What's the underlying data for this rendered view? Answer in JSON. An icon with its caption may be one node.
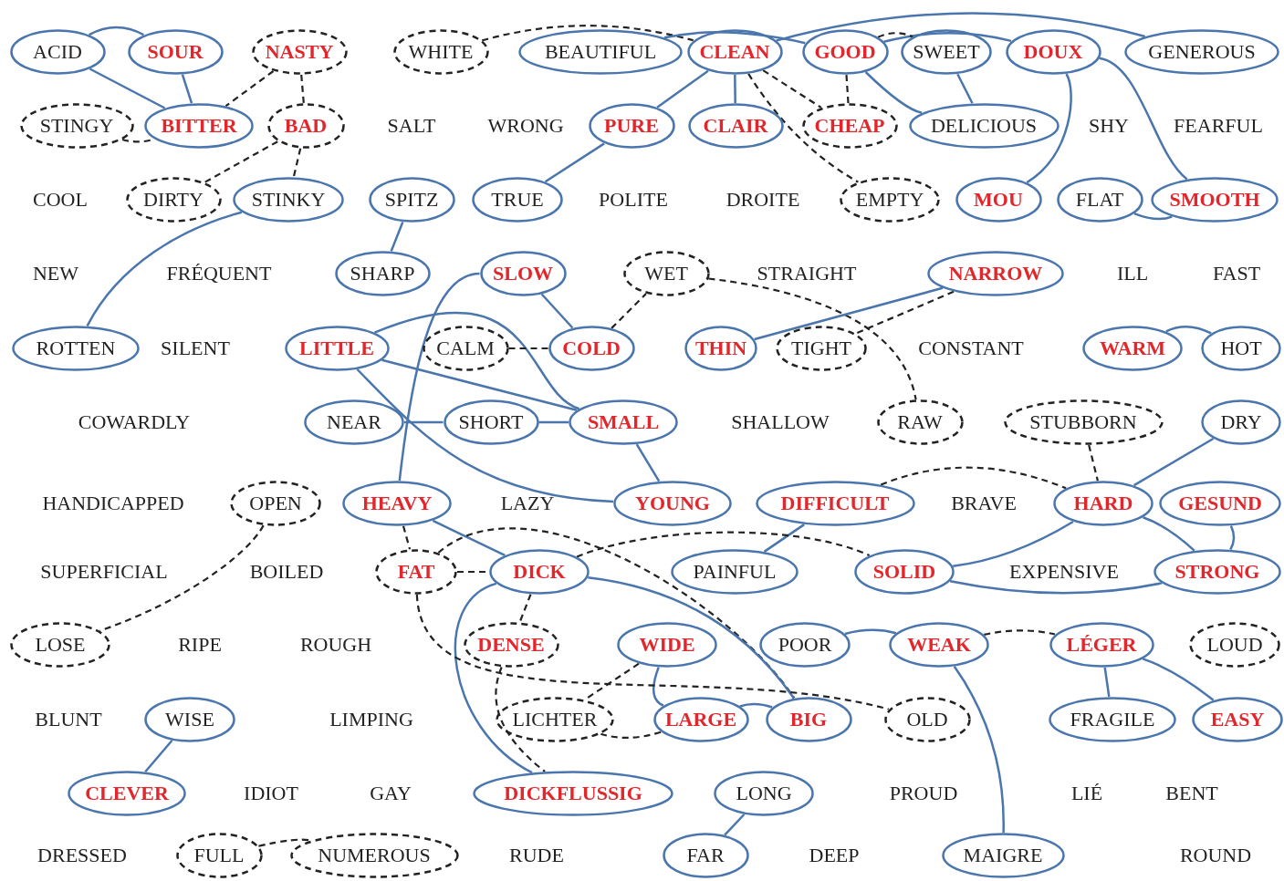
{
  "diagram": {
    "nodes": [
      {
        "text": [
          "ACID"
        ]
      },
      {
        "text": [
          "SOUR"
        ]
      },
      {
        "text": [
          "NASTY"
        ]
      },
      {
        "text": [
          "WHITE"
        ]
      },
      {
        "text": [
          "BEAUTIFUL"
        ]
      },
      {
        "text": [
          "CLEAN"
        ]
      },
      {
        "text": [
          "GOOD"
        ]
      },
      {
        "text": [
          "SWEET"
        ]
      },
      {
        "text": [
          "DOUX"
        ]
      },
      {
        "text": [
          "GENEROUS"
        ]
      },
      {
        "text": [
          "STINGY"
        ]
      },
      {
        "text": [
          "BITTER"
        ]
      },
      {
        "text": [
          "BAD"
        ]
      },
      {
        "text": [
          "PURE"
        ]
      },
      {
        "text": [
          "CLAIR"
        ]
      },
      {
        "text": [
          "CHEAP"
        ]
      },
      {
        "text": [
          "DELICIOUS"
        ]
      },
      {
        "text": [
          "DIRTY"
        ]
      },
      {
        "text": [
          "STINKY"
        ]
      },
      {
        "text": [
          "SPITZ"
        ]
      },
      {
        "text": [
          "TRUE"
        ]
      },
      {
        "text": [
          "EMPTY"
        ]
      },
      {
        "text": [
          "MOU"
        ]
      },
      {
        "text": [
          "FLAT"
        ]
      },
      {
        "text": [
          "SMOOTH"
        ]
      },
      {
        "text": [
          "SHARP"
        ]
      },
      {
        "text": [
          "SLOW"
        ]
      },
      {
        "text": [
          "WET"
        ]
      },
      {
        "text": [
          "NARROW"
        ]
      },
      {
        "text": [
          "ROTTEN"
        ]
      },
      {
        "text": [
          "LITTLE"
        ]
      },
      {
        "text": [
          "CALM"
        ]
      },
      {
        "text": [
          "COLD"
        ]
      },
      {
        "text": [
          "THIN"
        ]
      },
      {
        "text": [
          "TIGHT"
        ]
      },
      {
        "text": [
          "WARM"
        ]
      },
      {
        "text": [
          "HOT"
        ]
      },
      {
        "text": [
          "NEAR"
        ]
      },
      {
        "text": [
          "SHORT"
        ]
      },
      {
        "text": [
          "SMALL"
        ]
      },
      {
        "text": [
          "RAW"
        ]
      },
      {
        "text": [
          "STUBBORN"
        ]
      },
      {
        "text": [
          "DRY"
        ]
      },
      {
        "text": [
          "OPEN"
        ]
      },
      {
        "text": [
          "HEAVY"
        ]
      },
      {
        "text": [
          "YOUNG"
        ]
      },
      {
        "text": [
          "DIFFICULT"
        ]
      },
      {
        "text": [
          "HARD"
        ]
      },
      {
        "text": [
          "GESUND"
        ]
      },
      {
        "text": [
          "FAT"
        ]
      },
      {
        "text": [
          "DICK"
        ]
      },
      {
        "text": [
          "PAINFUL"
        ]
      },
      {
        "text": [
          "SOLID"
        ]
      },
      {
        "text": [
          "STRONG"
        ]
      },
      {
        "text": [
          "LOSE"
        ]
      },
      {
        "text": [
          "DENSE"
        ]
      },
      {
        "text": [
          "WIDE"
        ]
      },
      {
        "text": [
          "POOR"
        ]
      },
      {
        "text": [
          "WEAK"
        ]
      },
      {
        "text": [
          "LÉGER"
        ]
      },
      {
        "text": [
          "LOUD"
        ]
      },
      {
        "text": [
          "WISE"
        ]
      },
      {
        "text": [
          "LICHTER"
        ]
      },
      {
        "text": [
          "LARGE"
        ]
      },
      {
        "text": [
          "BIG"
        ]
      },
      {
        "text": [
          "OLD"
        ]
      },
      {
        "text": [
          "FRAGILE"
        ]
      },
      {
        "text": [
          "EASY"
        ]
      },
      {
        "text": [
          "CLEVER"
        ]
      },
      {
        "text": [
          "DICKFLUSSIG"
        ]
      },
      {
        "text": [
          "LONG"
        ]
      },
      {
        "text": [
          "FULL"
        ]
      },
      {
        "text": [
          "NUMEROUS"
        ]
      },
      {
        "text": [
          "FAR"
        ]
      },
      {
        "text": [
          "MAIGRE"
        ]
      }
    ],
    "edges": [
      {
        "from": 0,
        "to": 1,
        "arrow": "none"
      },
      {
        "from": 0,
        "to": 11,
        "arrow": "none"
      },
      {
        "from": 1,
        "to": 11,
        "arrow": "none"
      },
      {
        "from": 2,
        "to": 11,
        "arrow": "none",
        "style": "dashed",
        "color": "#222222"
      },
      {
        "from": 2,
        "to": 12,
        "arrow": "none",
        "style": "dashed",
        "color": "#222222"
      },
      {
        "from": 10,
        "to": 11,
        "arrow": "none",
        "style": "dashed",
        "color": "#222222"
      },
      {
        "from": 12,
        "to": 17,
        "arrow": "none",
        "style": "dashed",
        "color": "#222222"
      },
      {
        "from": 12,
        "to": 18,
        "arrow": "none",
        "style": "dashed",
        "color": "#222222"
      },
      {
        "from": 18,
        "to": 29,
        "arrow": "none"
      },
      {
        "from": 19,
        "to": 25,
        "arrow": "none"
      },
      {
        "from": 3,
        "to": 5,
        "arrow": "none",
        "style": "dashed",
        "color": "#222222"
      },
      {
        "from": 4,
        "to": 6,
        "arrow": "none"
      },
      {
        "from": 5,
        "to": 9,
        "arrow": "none"
      },
      {
        "from": 6,
        "to": 8,
        "arrow": "none"
      },
      {
        "from": 6,
        "to": 7,
        "arrow": "none",
        "style": "dashed",
        "color": "#222222"
      },
      {
        "from": 15,
        "to": 6,
        "arrow": "none",
        "style": "dashed",
        "color": "#222222"
      },
      {
        "from": 5,
        "to": 13,
        "arrow": "none"
      },
      {
        "from": 5,
        "to": 14,
        "arrow": "none"
      },
      {
        "from": 5,
        "to": 15,
        "arrow": "none",
        "style": "dashed",
        "color": "#222222"
      },
      {
        "from": 5,
        "to": 21,
        "arrow": "none",
        "style": "dashed",
        "color": "#222222"
      },
      {
        "from": 6,
        "to": 16,
        "arrow": "none"
      },
      {
        "from": 7,
        "to": 16,
        "arrow": "none"
      },
      {
        "from": 8,
        "to": 22,
        "arrow": "none"
      },
      {
        "from": 8,
        "to": 24,
        "arrow": "none"
      },
      {
        "from": 23,
        "to": 24,
        "arrow": "none"
      },
      {
        "from": 13,
        "to": 20,
        "arrow": "none"
      },
      {
        "from": 44,
        "to": 26,
        "arrow": "none"
      },
      {
        "from": 26,
        "to": 32,
        "arrow": "none"
      },
      {
        "from": 30,
        "to": 39,
        "arrow": "none"
      },
      {
        "from": 30,
        "to": 39,
        "arrow": "none"
      },
      {
        "from": 30,
        "to": 45,
        "arrow": "none"
      },
      {
        "from": 31,
        "to": 32,
        "arrow": "none",
        "style": "dashed",
        "color": "#222222"
      },
      {
        "from": 32,
        "to": 27,
        "arrow": "none",
        "style": "dashed",
        "color": "#222222"
      },
      {
        "from": 27,
        "to": 40,
        "arrow": "none",
        "style": "dashed",
        "color": "#222222"
      },
      {
        "from": 28,
        "to": 34,
        "arrow": "none",
        "style": "dashed",
        "color": "#222222"
      },
      {
        "from": 33,
        "to": 28,
        "arrow": "none"
      },
      {
        "from": 37,
        "to": 38,
        "arrow": "none"
      },
      {
        "from": 38,
        "to": 39,
        "arrow": "none"
      },
      {
        "from": 39,
        "to": 45,
        "arrow": "none"
      },
      {
        "from": 35,
        "to": 36,
        "arrow": "none"
      },
      {
        "from": 41,
        "to": 47,
        "arrow": "none",
        "style": "dashed",
        "color": "#222222"
      },
      {
        "from": 42,
        "to": 47,
        "arrow": "none"
      },
      {
        "from": 46,
        "to": 47,
        "arrow": "none",
        "style": "dashed",
        "color": "#222222"
      },
      {
        "from": 46,
        "to": 51,
        "arrow": "none"
      },
      {
        "from": 47,
        "to": 52,
        "arrow": "none"
      },
      {
        "from": 47,
        "to": 53,
        "arrow": "none"
      },
      {
        "from": 52,
        "to": 53,
        "arrow": "none"
      },
      {
        "from": 48,
        "to": 53,
        "arrow": "none"
      },
      {
        "from": 43,
        "to": 54,
        "arrow": "none",
        "style": "dashed",
        "color": "#222222"
      },
      {
        "from": 44,
        "to": 49,
        "arrow": "none",
        "style": "dashed",
        "color": "#222222"
      },
      {
        "from": 44,
        "to": 50,
        "arrow": "none"
      },
      {
        "from": 49,
        "to": 50,
        "arrow": "none",
        "style": "dashed",
        "color": "#222222"
      },
      {
        "from": 49,
        "to": 64,
        "arrow": "none",
        "style": "dashed",
        "color": "#222222"
      },
      {
        "from": 50,
        "to": 52,
        "arrow": "none",
        "style": "dashed",
        "color": "#222222"
      },
      {
        "from": 50,
        "to": 55,
        "arrow": "none",
        "style": "dashed",
        "color": "#222222"
      },
      {
        "from": 50,
        "to": 64,
        "arrow": "none"
      },
      {
        "from": 50,
        "to": 69,
        "arrow": "none"
      },
      {
        "from": 55,
        "to": 69,
        "arrow": "none",
        "style": "dashed",
        "color": "#222222"
      },
      {
        "from": 56,
        "to": 62,
        "arrow": "none",
        "style": "dashed",
        "color": "#222222"
      },
      {
        "from": 63,
        "to": 62,
        "arrow": "none",
        "style": "dashed",
        "color": "#222222"
      },
      {
        "from": 56,
        "to": 63,
        "arrow": "none"
      },
      {
        "from": 63,
        "to": 64,
        "arrow": "none"
      },
      {
        "from": 49,
        "to": 65,
        "arrow": "none",
        "style": "dashed",
        "color": "#222222"
      },
      {
        "from": 57,
        "to": 58,
        "arrow": "none"
      },
      {
        "from": 58,
        "to": 59,
        "arrow": "none",
        "style": "dashed",
        "color": "#222222"
      },
      {
        "from": 58,
        "to": 74,
        "arrow": "none"
      },
      {
        "from": 59,
        "to": 66,
        "arrow": "none"
      },
      {
        "from": 59,
        "to": 67,
        "arrow": "none"
      },
      {
        "from": 61,
        "to": 68,
        "arrow": "none"
      },
      {
        "from": 70,
        "to": 73,
        "arrow": "none"
      },
      {
        "from": 71,
        "to": 72,
        "arrow": "none",
        "style": "dashed",
        "color": "#222222"
      }
    ],
    "labels": [
      "SALT",
      "WRONG",
      "SHY",
      "FEARFUL",
      "COOL",
      "POLITE",
      "DROITE",
      "NEW",
      "FRÉQUENT",
      "STRAIGHT",
      "ILL",
      "FAST",
      "SILENT",
      "CONSTANT",
      "COWARDLY",
      "SHALLOW",
      "HANDICAPPED",
      "LAZY",
      "BRAVE",
      "SUPERFICIAL",
      "BOILED",
      "EXPENSIVE",
      "RIPE",
      "ROUGH",
      "BLUNT",
      "LIMPING",
      "IDIOT",
      "GAY",
      "PROUD",
      "LIÉ",
      "BENT",
      "DRESSED",
      "RUDE",
      "DEEP",
      "ROUND"
    ]
  }
}
